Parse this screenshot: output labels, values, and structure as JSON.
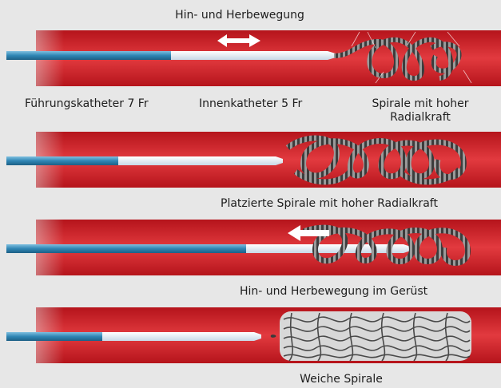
{
  "labels": {
    "top_motion": "Hin- und Herbewegung",
    "guide_catheter": "Führungskatheter 7 Fr",
    "inner_catheter": "Innenkatheter 5 Fr",
    "coil_high_radial_line1": "Spirale mit hoher",
    "coil_high_radial_line2": "Radialkraft",
    "placed_coil": "Platzierte Spirale mit hoher Radialkraft",
    "motion_in_scaffold": "Hin- und Herbewegung im Gerüst",
    "soft_coil": "Weiche Spirale"
  },
  "colors": {
    "vessel": "#c8161e",
    "vessel_light": "#e23a3f",
    "catheter": "#2f86b4",
    "inner_catheter": "#e9f0f7",
    "coil": "#8a8a8a",
    "background": "#e7e7e7"
  }
}
